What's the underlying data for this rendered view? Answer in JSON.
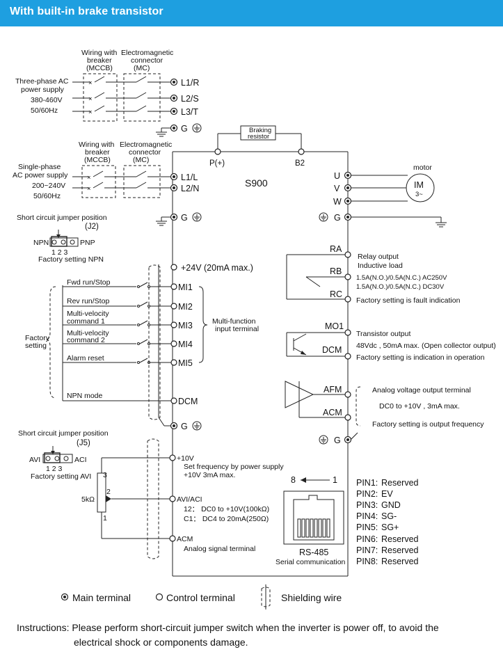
{
  "header": {
    "title": "With built-in brake transistor"
  },
  "model": "S900",
  "three_phase": {
    "supply_lines": [
      "Three-phase AC",
      "power supply",
      "380-460V",
      "50/60Hz"
    ],
    "breaker_lines": [
      "Wiring with",
      "breaker",
      "(MCCB)"
    ],
    "contactor_lines": [
      "Electromagnetic",
      "connector",
      "(MC)"
    ],
    "terminals": [
      "L1/R",
      "L2/S",
      "L3/T",
      "G"
    ]
  },
  "single_phase": {
    "supply_lines": [
      "Single-phase",
      "AC power supply",
      "200~240V",
      "50/60Hz"
    ],
    "breaker_lines": [
      "Wiring with",
      "breaker",
      "(MCCB)"
    ],
    "contactor_lines": [
      "Electromagnetic",
      "connector",
      "(MC)"
    ],
    "terminals": [
      "L1/L",
      "L2/N",
      "G"
    ]
  },
  "brake": {
    "resistor_lines": [
      "Braking",
      "resistor"
    ],
    "p_label": "P(+)",
    "b2_label": "B2"
  },
  "motor": {
    "label": "motor",
    "im": "IM",
    "phase": "3~",
    "terminals": [
      "U",
      "V",
      "W",
      "G"
    ]
  },
  "jumper_j2": {
    "title": "Short circuit jumper position",
    "name": "(J2)",
    "left": "NPN",
    "right": "PNP",
    "pins": "1  2  3",
    "factory": "Factory setting NPN"
  },
  "inputs": {
    "supply": "+24V (20mA max.)",
    "items": [
      {
        "label": [
          "Fwd run/Stop"
        ],
        "terminal": "MI1"
      },
      {
        "label": [
          "Rev run/Stop"
        ],
        "terminal": "MI2"
      },
      {
        "label": [
          "Multi-velocity",
          "command 1"
        ],
        "terminal": "MI3"
      },
      {
        "label": [
          "Multi-velocity",
          "command 2"
        ],
        "terminal": "MI4"
      },
      {
        "label": [
          "Alarm reset"
        ],
        "terminal": "MI5"
      }
    ],
    "group_label": [
      "Multi-function",
      "input terminal"
    ],
    "factory_label": [
      "Factory",
      "setting"
    ],
    "npn_mode": "NPN mode",
    "common": "DCM",
    "ground": "G"
  },
  "jumper_j5": {
    "title": "Short circuit jumper position",
    "name": "(J5)",
    "left": "AVI",
    "right": "ACI",
    "pins": "1  2  3",
    "factory": "Factory setting AVI"
  },
  "analog_in": {
    "plus10": "+10V",
    "plus10_desc": [
      "Set frequency by power supply",
      "+10V 3mA max."
    ],
    "avi": "AVI/ACI",
    "avi_desc": [
      "12： DC0  to +10V(100kΩ)",
      "C1： DC4  to 20mA(250Ω)"
    ],
    "acm": "ACM",
    "acm_desc": "Analog signal terminal",
    "pot_value": "5kΩ",
    "pot_pins": [
      "3",
      "2",
      "1"
    ]
  },
  "relay": {
    "terminals": [
      "RA",
      "RB",
      "RC"
    ],
    "desc": [
      "Relay output",
      "Inductive load",
      "1.5A(N.O.)/0.5A(N.C.) AC250V",
      "1.5A(N.O.)/0.5A(N.C.) DC30V",
      "Factory setting is fault indication"
    ]
  },
  "transistor": {
    "terminals": [
      "MO1",
      "DCM"
    ],
    "desc": [
      "Transistor output",
      "48Vdc , 50mA max. (Open collector output)",
      "Factory setting is indication in operation"
    ]
  },
  "analog_out": {
    "terminals": [
      "AFM",
      "ACM"
    ],
    "desc": [
      "Analog voltage output terminal",
      "DC0  to +10V , 3mA max.",
      "Factory setting is output frequency"
    ],
    "ground": "G"
  },
  "rs485": {
    "arrow_from": "8",
    "arrow_to": "1",
    "label": "RS-485",
    "sub": "Serial communication",
    "pins": [
      {
        "pin": "PIN1:",
        "name": "Reserved"
      },
      {
        "pin": "PIN2:",
        "name": "EV"
      },
      {
        "pin": "PIN3:",
        "name": "GND"
      },
      {
        "pin": "PIN4:",
        "name": "SG-"
      },
      {
        "pin": "PIN5:",
        "name": "SG+"
      },
      {
        "pin": "PIN6:",
        "name": "Reserved"
      },
      {
        "pin": "PIN7:",
        "name": "Reserved"
      },
      {
        "pin": "PIN8:",
        "name": "Reserved"
      }
    ]
  },
  "legend": {
    "main": "Main terminal",
    "control": "Control terminal",
    "shield": "Shielding wire"
  },
  "instructions": {
    "line1": "Instructions: Please perform short-circuit jumper switch when the inverter is power off, to avoid the",
    "line2": "electrical shock or components damage."
  }
}
